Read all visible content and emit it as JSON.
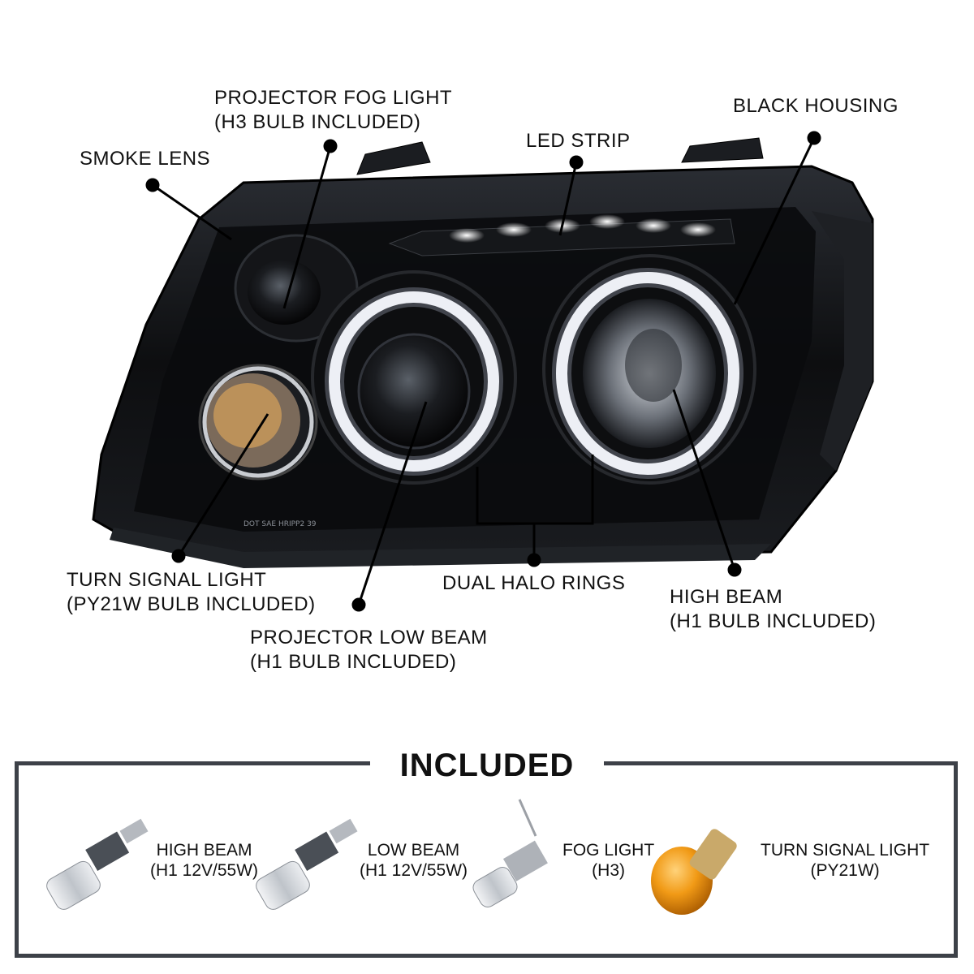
{
  "callouts": {
    "projector_fog": [
      "PROJECTOR FOG LIGHT",
      "(H3 BULB INCLUDED)"
    ],
    "black_housing": "BLACK HOUSING",
    "led_strip": "LED STRIP",
    "smoke_lens": "SMOKE LENS",
    "turn_signal": [
      "TURN SIGNAL LIGHT",
      "(PY21W BULB INCLUDED)"
    ],
    "dual_halo": "DUAL HALO RINGS",
    "high_beam": [
      "HIGH BEAM",
      "(H1 BULB INCLUDED)"
    ],
    "projector_low": [
      "PROJECTOR LOW BEAM",
      "(H1 BULB INCLUDED)"
    ]
  },
  "lens_markings": [
    "DOT SAE HRIPP2 39"
  ],
  "included": {
    "title": "INCLUDED",
    "bulbs": [
      {
        "line1": "HIGH BEAM",
        "line2": "(H1 12V/55W)",
        "icon": "h1-bulb-icon"
      },
      {
        "line1": "LOW BEAM",
        "line2": "(H1 12V/55W)",
        "icon": "h1-bulb-icon"
      },
      {
        "line1": "FOG LIGHT",
        "line2": "(H3)",
        "icon": "h3-bulb-icon"
      },
      {
        "line1": "TURN SIGNAL LIGHT",
        "line2": "(PY21W)",
        "icon": "amber-bulb-icon"
      }
    ]
  },
  "colors": {
    "housing": "#0b0c0e",
    "halo": "#f4f8ff",
    "amber": "#e98a10",
    "frame": "#3d4148"
  }
}
